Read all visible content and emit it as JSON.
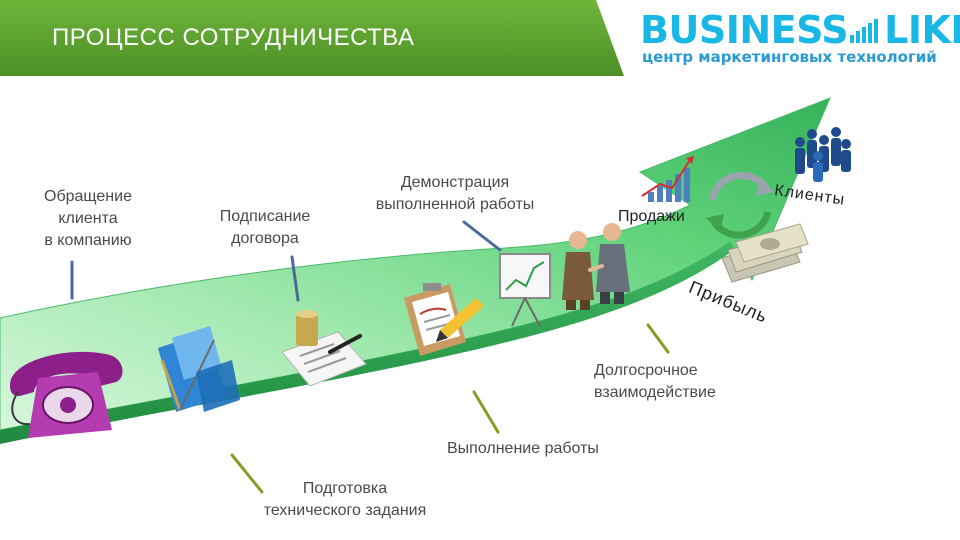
{
  "header": {
    "title": "ПРОЦЕСС СОТРУДНИЧЕСТВА",
    "banner_color": "#5aa12e"
  },
  "logo": {
    "brand_left": "BUSINESS",
    "brand_right": "LIKE",
    "tagline": "центр маркетинговых технологий",
    "color": "#19b7e6"
  },
  "steps": [
    {
      "label_line1": "Обращение",
      "label_line2": "клиента",
      "label_line3": "в компанию",
      "icon": "telephone-icon"
    },
    {
      "label_line1": "Подготовка",
      "label_line2": "технического задания",
      "icon": "blueprint-icon"
    },
    {
      "label_line1": "Подписание",
      "label_line2": "договора",
      "icon": "contract-signing-icon"
    },
    {
      "label_line1": "Выполнение работы",
      "icon": "clipboard-pencil-icon"
    },
    {
      "label_line1": "Демонстрация",
      "label_line2": "выполненной работы",
      "icon": "presentation-board-icon"
    },
    {
      "label_line1": "Долгосрочное",
      "label_line2": "взаимодействие",
      "icon": "handshake-icon"
    }
  ],
  "outcomes": {
    "sales": "Продажи",
    "clients": "Клиенты",
    "profit": "Прибыль"
  },
  "colors": {
    "arrow_light": "#b6f0bf",
    "arrow_mid": "#5fd27a",
    "arrow_dark": "#2aa24e",
    "pointer_line": "#6b7a2a"
  }
}
